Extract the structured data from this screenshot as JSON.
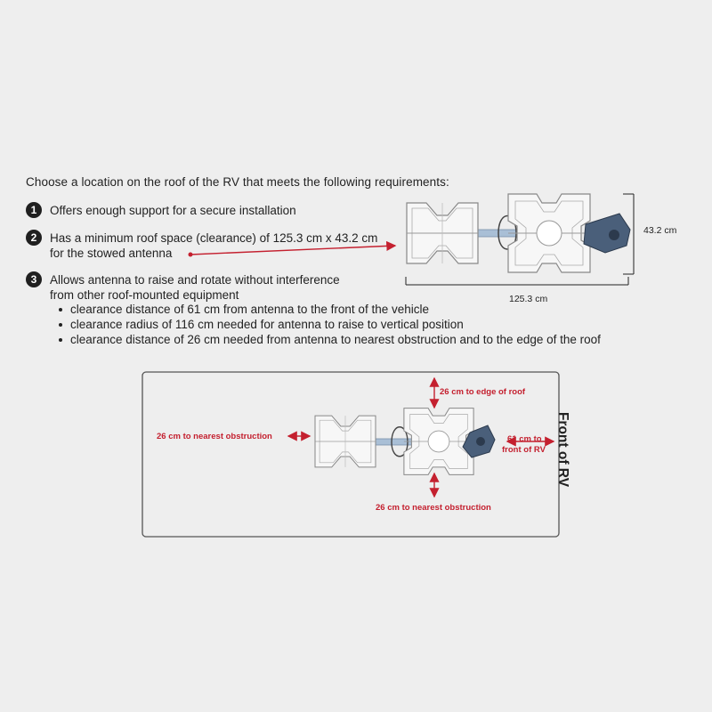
{
  "intro": "Choose a location on the roof of the RV that meets the following requirements:",
  "requirements": [
    {
      "number": "1",
      "lines": [
        "Offers enough support for a secure installation"
      ]
    },
    {
      "number": "2",
      "lines": [
        "Has a minimum roof space (clearance) of 125.3 cm x 43.2 cm",
        "for the stowed antenna"
      ]
    },
    {
      "number": "3",
      "lines": [
        "Allows antenna to raise and rotate without interference",
        "from other roof-mounted equipment"
      ]
    }
  ],
  "bullets": [
    "clearance distance of 61 cm from antenna to the front of the vehicle",
    "clearance radius of 116 cm needed for antenna to raise to vertical position",
    "clearance distance of 26 cm needed from antenna to nearest obstruction and to the edge of the roof"
  ],
  "top_diagram": {
    "width_label": "125.3 cm",
    "height_label": "43.2 cm"
  },
  "roof_diagram": {
    "edge_label": "26 cm to edge of roof",
    "left_label": "26 cm to nearest obstruction",
    "bottom_label": "26 cm to nearest obstruction",
    "front_clearance_line1": "61 cm to",
    "front_clearance_line2": "front of RV",
    "front_label": "Front of RV"
  },
  "colors": {
    "accent": "#c4202f",
    "text": "#222222",
    "background": "#eeeeee",
    "antenna_body": "#4a5f7a",
    "mast": "#a9bfd6"
  }
}
